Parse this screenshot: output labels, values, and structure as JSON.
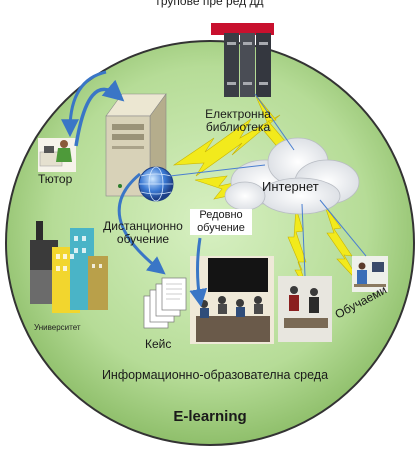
{
  "title_cut": "групове              пре               ред    дд",
  "labels": {
    "library": "Електронна\nбиблиотека",
    "internet": "Интернет",
    "tutor": "Тютор",
    "distance": "Дистанционно\nобучение",
    "regular": "Редовно\nобучение",
    "university": "Университет",
    "case": "Кейс",
    "learners": "Обучаеми",
    "environment": "Информационно-образователна среда",
    "elearning": "E-learning"
  },
  "colors": {
    "circle_fill": "#b6dc97",
    "circle_stroke": "#2a2a2a",
    "lightning": "#f2ea1c",
    "arrow": "#3a76c6",
    "server": "#d8d2b8"
  }
}
